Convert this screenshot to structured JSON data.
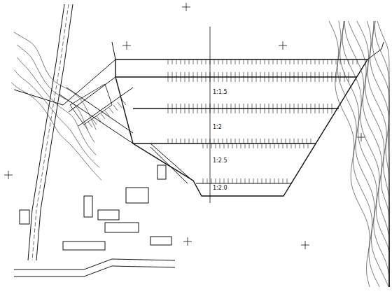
{
  "diagram": {
    "labels": [
      "1:1.5",
      "1:2",
      "1:2.5",
      "1:2.0"
    ]
  }
}
